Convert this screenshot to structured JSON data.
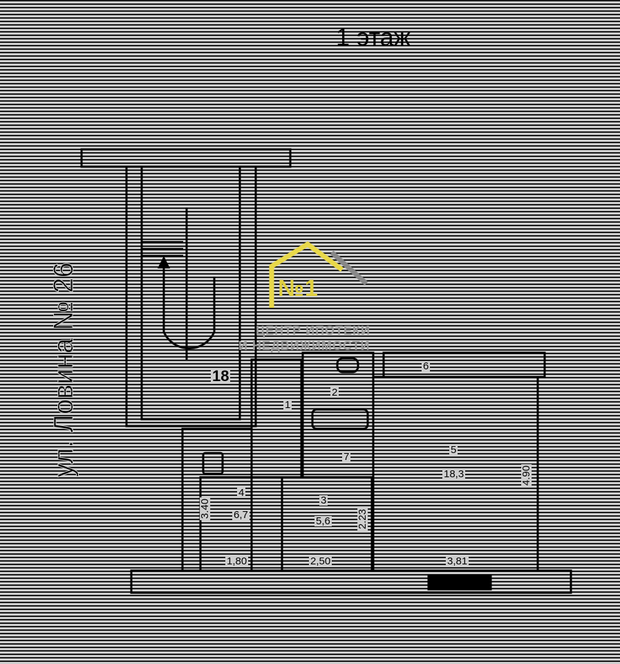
{
  "title": "1 этаж",
  "street": "ул. Ловина № 26",
  "watermark": {
    "logo": "№1",
    "line1": "ЦЕНТР ИПОТЕКИ",
    "line2": "И НЕДВИЖИМОСТИ",
    "logo_color": "#e8d84a"
  },
  "rooms": {
    "stair_area": "18",
    "r1": "1",
    "r2": "2",
    "r3": "3",
    "r3_area": "5,6",
    "r3_dim": "2.23",
    "r4": "4",
    "r4_area": "6,7",
    "r4_dim": "3.40",
    "r5": "5",
    "r5_area": "18,3",
    "r5_dim": "4.90",
    "r6": "6",
    "r7": "7"
  },
  "dimensions": {
    "d1": "1,80",
    "d2": "2,50",
    "d3": "3,81"
  }
}
